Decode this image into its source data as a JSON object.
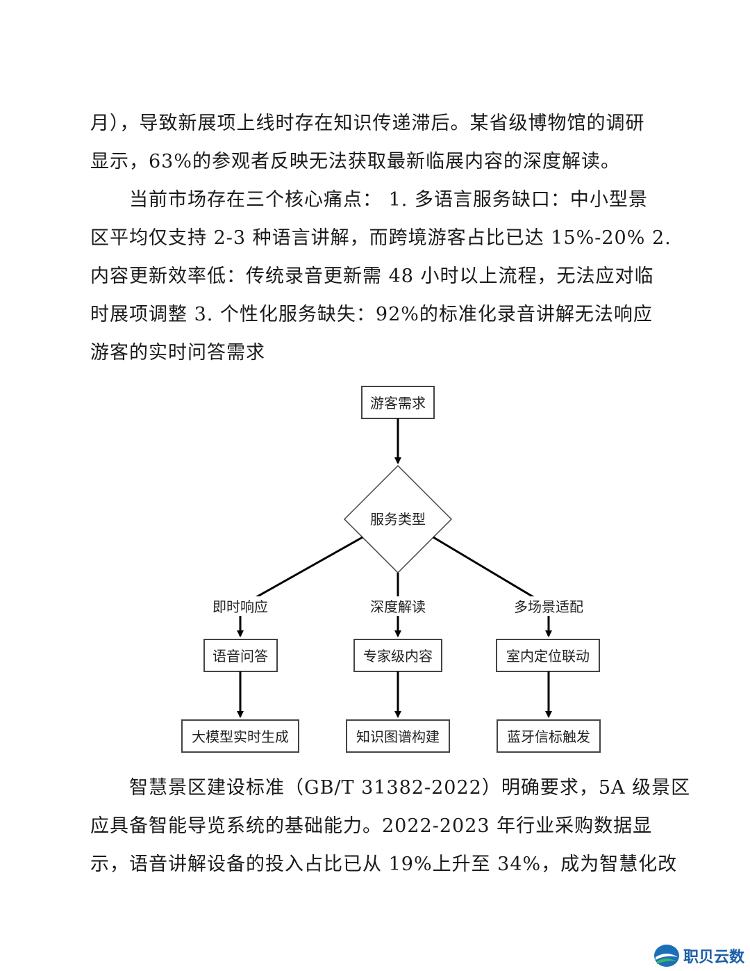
{
  "para1": {
    "lines": [
      "月），导致新展项上线时存在知识传递滞后。某省级博物馆的调研",
      "显示，63%的参观者反映无法获取最新临展内容的深度解读。"
    ]
  },
  "para2": {
    "lines": [
      "当前市场存在三个核心痛点： 1. 多语言服务缺口：中小型景",
      "区平均仅支持 2-3 种语言讲解，而跨境游客占比已达 15%-20% 2.",
      "内容更新效率低：传统录音更新需 48 小时以上流程，无法应对临",
      "时展项调整 3. 个性化服务缺失：92%的标准化录音讲解无法响应",
      "游客的实时问答需求"
    ]
  },
  "flowchart": {
    "start": "游客需求",
    "decision": "服务类型",
    "branches": [
      {
        "label": "即时响应",
        "step1": "语音问答",
        "step2": "大模型实时生成"
      },
      {
        "label": "深度解读",
        "step1": "专家级内容",
        "step2": "知识图谱构建"
      },
      {
        "label": "多场景适配",
        "step1": "室内定位联动",
        "step2": "蓝牙信标触发"
      }
    ]
  },
  "para3": {
    "lines": [
      "智慧景区建设标准（GB/T 31382-2022）明确要求，5A 级景区",
      "应具备智能导览系统的基础能力。2022-2023 年行业采购数据显",
      "示，语音讲解设备的投入占比已从 19%上升至 34%，成为智慧化改"
    ]
  },
  "logo": {
    "text": "职贝云数"
  }
}
